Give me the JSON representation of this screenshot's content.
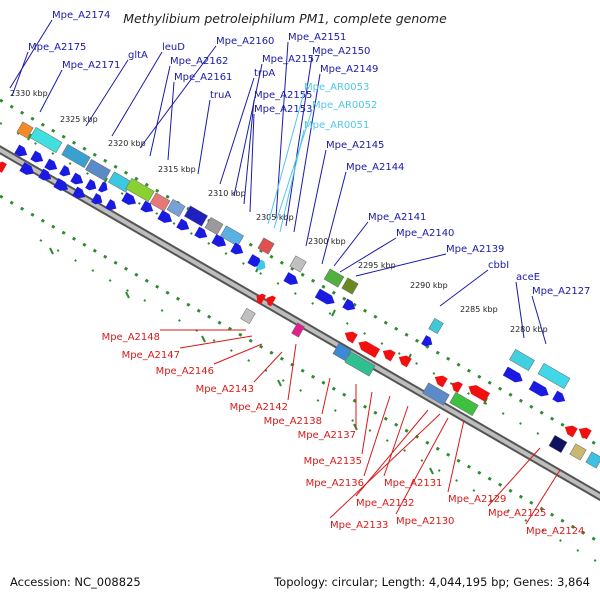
{
  "title": "Methylibium petroleiphilum PM1, complete genome",
  "footer": {
    "accession": "Accession: NC_008825",
    "summary": "Topology: circular; Length: 4,044,195 bp; Genes: 3,864"
  },
  "colors": {
    "plus_label": "#1a1aa8",
    "rna_label": "#4fc8e8",
    "minus_label": "#d81a1a",
    "backbone": "#8a8a8a",
    "tick": "#2e8b2e"
  },
  "ruler": [
    "2330 kbp",
    "2325 kbp",
    "2320 kbp",
    "2315 kbp",
    "2310 kbp",
    "2305 kbp",
    "2300 kbp",
    "2295 kbp",
    "2290 kbp",
    "2285 kbp",
    "2280 kbp"
  ],
  "labels_plus": [
    "Mpe_A2174",
    "Mpe_A2175",
    "Mpe_A2171",
    "gltA",
    "leuD",
    "Mpe_A2160",
    "Mpe_A2162",
    "Mpe_A2161",
    "truA",
    "trpA",
    "Mpe_A2157",
    "Mpe_A2155",
    "Mpe_A2153",
    "Mpe_A2151",
    "Mpe_A2150",
    "Mpe_A2149",
    "Mpe_A2145",
    "Mpe_A2144",
    "Mpe_A2141",
    "Mpe_A2140",
    "Mpe_A2139",
    "cbbI",
    "aceE",
    "Mpe_A2127"
  ],
  "labels_rna": [
    "Mpe_AR0053",
    "Mpe_AR0052",
    "Mpe_AR0051"
  ],
  "labels_minus": [
    "Mpe_A2148",
    "Mpe_A2147",
    "Mpe_A2146",
    "Mpe_A2143",
    "Mpe_A2142",
    "Mpe_A2138",
    "Mpe_A2137",
    "Mpe_A2135",
    "Mpe_A2136",
    "Mpe_A2131",
    "Mpe_A2132",
    "Mpe_A2133",
    "Mpe_A2130",
    "Mpe_A2129",
    "Mpe_A2125",
    "Mpe_A2124"
  ]
}
